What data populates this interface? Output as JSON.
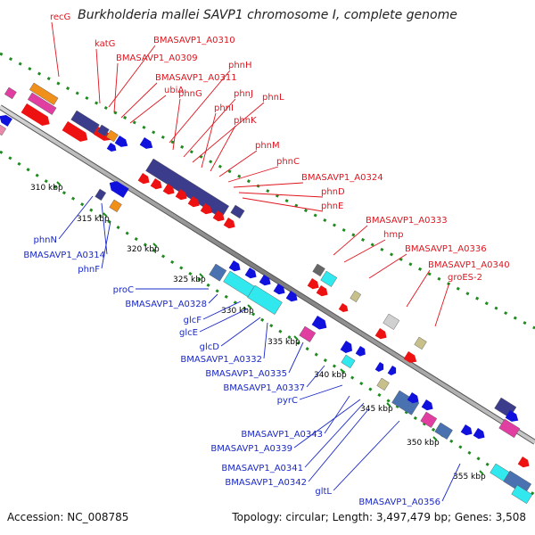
{
  "title": "Burkholderia mallei SAVP1 chromosome I, complete genome",
  "footer": {
    "accession": "Accession: NC_008785",
    "topology": "Topology: circular; Length: 3,497,479 bp; Genes: 3,508"
  },
  "colors": {
    "forward_label": "#e0141e",
    "reverse_label": "#1a28c8",
    "forward_gene": "#ee1111",
    "reverse_gene": "#1111dd",
    "backbone": "#8c8c8c",
    "dots": "#1f8a1f"
  },
  "ticks": [
    "310 kbp",
    "315 kbp",
    "320 kbp",
    "325 kbp",
    "330 kbp",
    "335 kbp",
    "340 kbp",
    "345 kbp",
    "350 kbp",
    "355 kbp"
  ],
  "top_labels": [
    "recG",
    "katG",
    "BMASAVP1_A0310",
    "BMASAVP1_A0309",
    "BMASAVP1_A0311",
    "ubiA",
    "phnH",
    "phnG",
    "phnJ",
    "phnL",
    "phnI",
    "phnK",
    "phnM",
    "phnC",
    "BMASAVP1_A0324",
    "phnD",
    "phnE",
    "BMASAVP1_A0333",
    "hmp",
    "BMASAVP1_A0336",
    "BMASAVP1_A0340",
    "groES-2"
  ],
  "bottom_labels": [
    "phnN",
    "BMASAVP1_A0314",
    "phnF",
    "proC",
    "BMASAVP1_A0328",
    "glcF",
    "glcE",
    "glcD",
    "BMASAVP1_A0332",
    "BMASAVP1_A0335",
    "BMASAVP1_A0337",
    "pyrC",
    "BMASAVP1_A0343",
    "BMASAVP1_A0339",
    "BMASAVP1_A0341",
    "BMASAVP1_A0342",
    "gltL",
    "BMASAVP1_A0356"
  ]
}
